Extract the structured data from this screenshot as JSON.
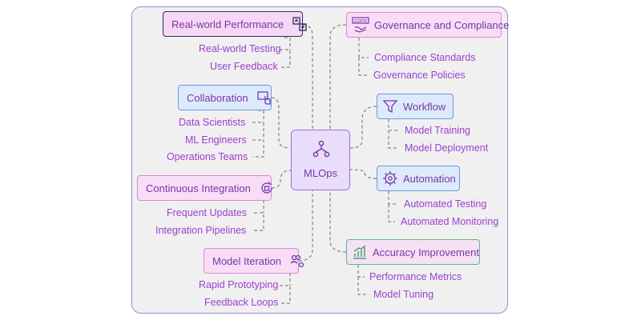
{
  "center": {
    "label": "MLOps",
    "icon": "hierarchy-icon"
  },
  "left_nodes": [
    {
      "label": "Real-world Performance",
      "icon": "performance-chart-icon",
      "subs": [
        "Real-world Testing",
        "User Feedback"
      ]
    },
    {
      "label": "Collaboration",
      "icon": "hand-pointer-icon",
      "subs": [
        "Data Scientists",
        "ML Engineers",
        "Operations Teams"
      ]
    },
    {
      "label": "Continuous Integration",
      "icon": "refresh-integration-icon",
      "subs": [
        "Frequent Updates",
        "Integration Pipelines"
      ]
    },
    {
      "label": "Model Iteration",
      "icon": "users-gear-icon",
      "subs": [
        "Rapid Prototyping",
        "Feedback Loops"
      ]
    }
  ],
  "right_nodes": [
    {
      "label": "Governance and Compliance",
      "icon": "gdpr-badge-icon",
      "icon_text": "GDPR",
      "subs": [
        "Compliance Standards",
        "Governance Policies"
      ]
    },
    {
      "label": "Workflow",
      "icon": "funnel-icon",
      "subs": [
        "Model Training",
        "Model Deployment"
      ]
    },
    {
      "label": "Automation",
      "icon": "gear-icon",
      "subs": [
        "Automated Testing",
        "Automated Monitoring"
      ]
    },
    {
      "label": "Accuracy Improvement",
      "icon": "rising-bars-icon",
      "subs": [
        "Performance Metrics",
        "Model Tuning"
      ]
    }
  ],
  "colors": {
    "text": "#7a36a8",
    "sub_text": "#9a3fd0",
    "pink_fill": "#f7ddf6",
    "blue_fill": "#ddeafb",
    "frame": "#9b8bd4"
  }
}
